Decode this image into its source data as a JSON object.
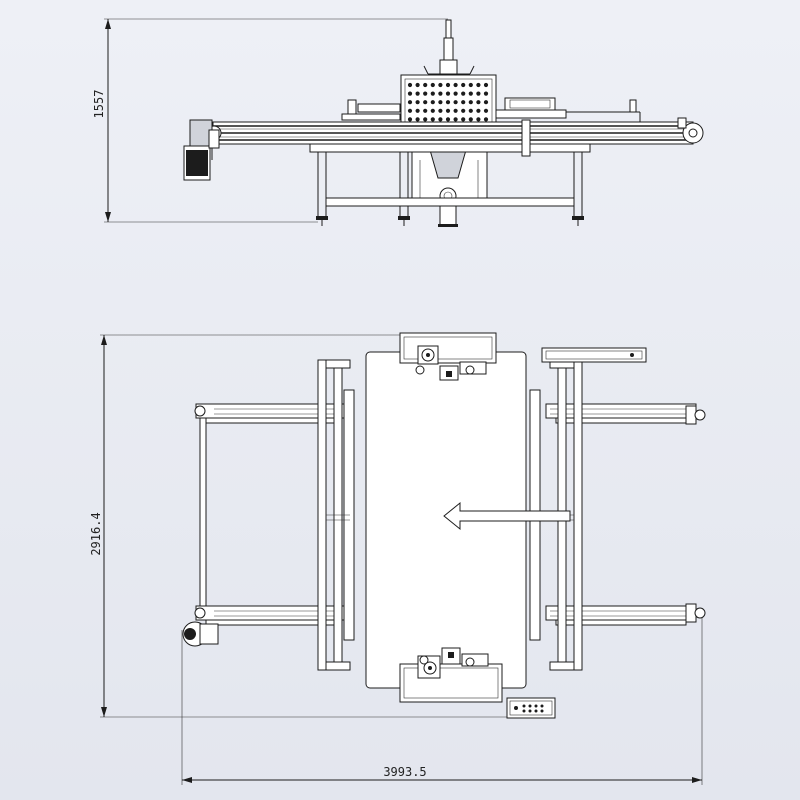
{
  "drawing": {
    "dimensions": {
      "side_height": "1557",
      "plan_depth": "2916.4",
      "plan_width": "3993.5"
    },
    "colors": {
      "background": "#e8ebf2",
      "line": "#1c1c1c",
      "part_fill": "#ffffff"
    }
  }
}
